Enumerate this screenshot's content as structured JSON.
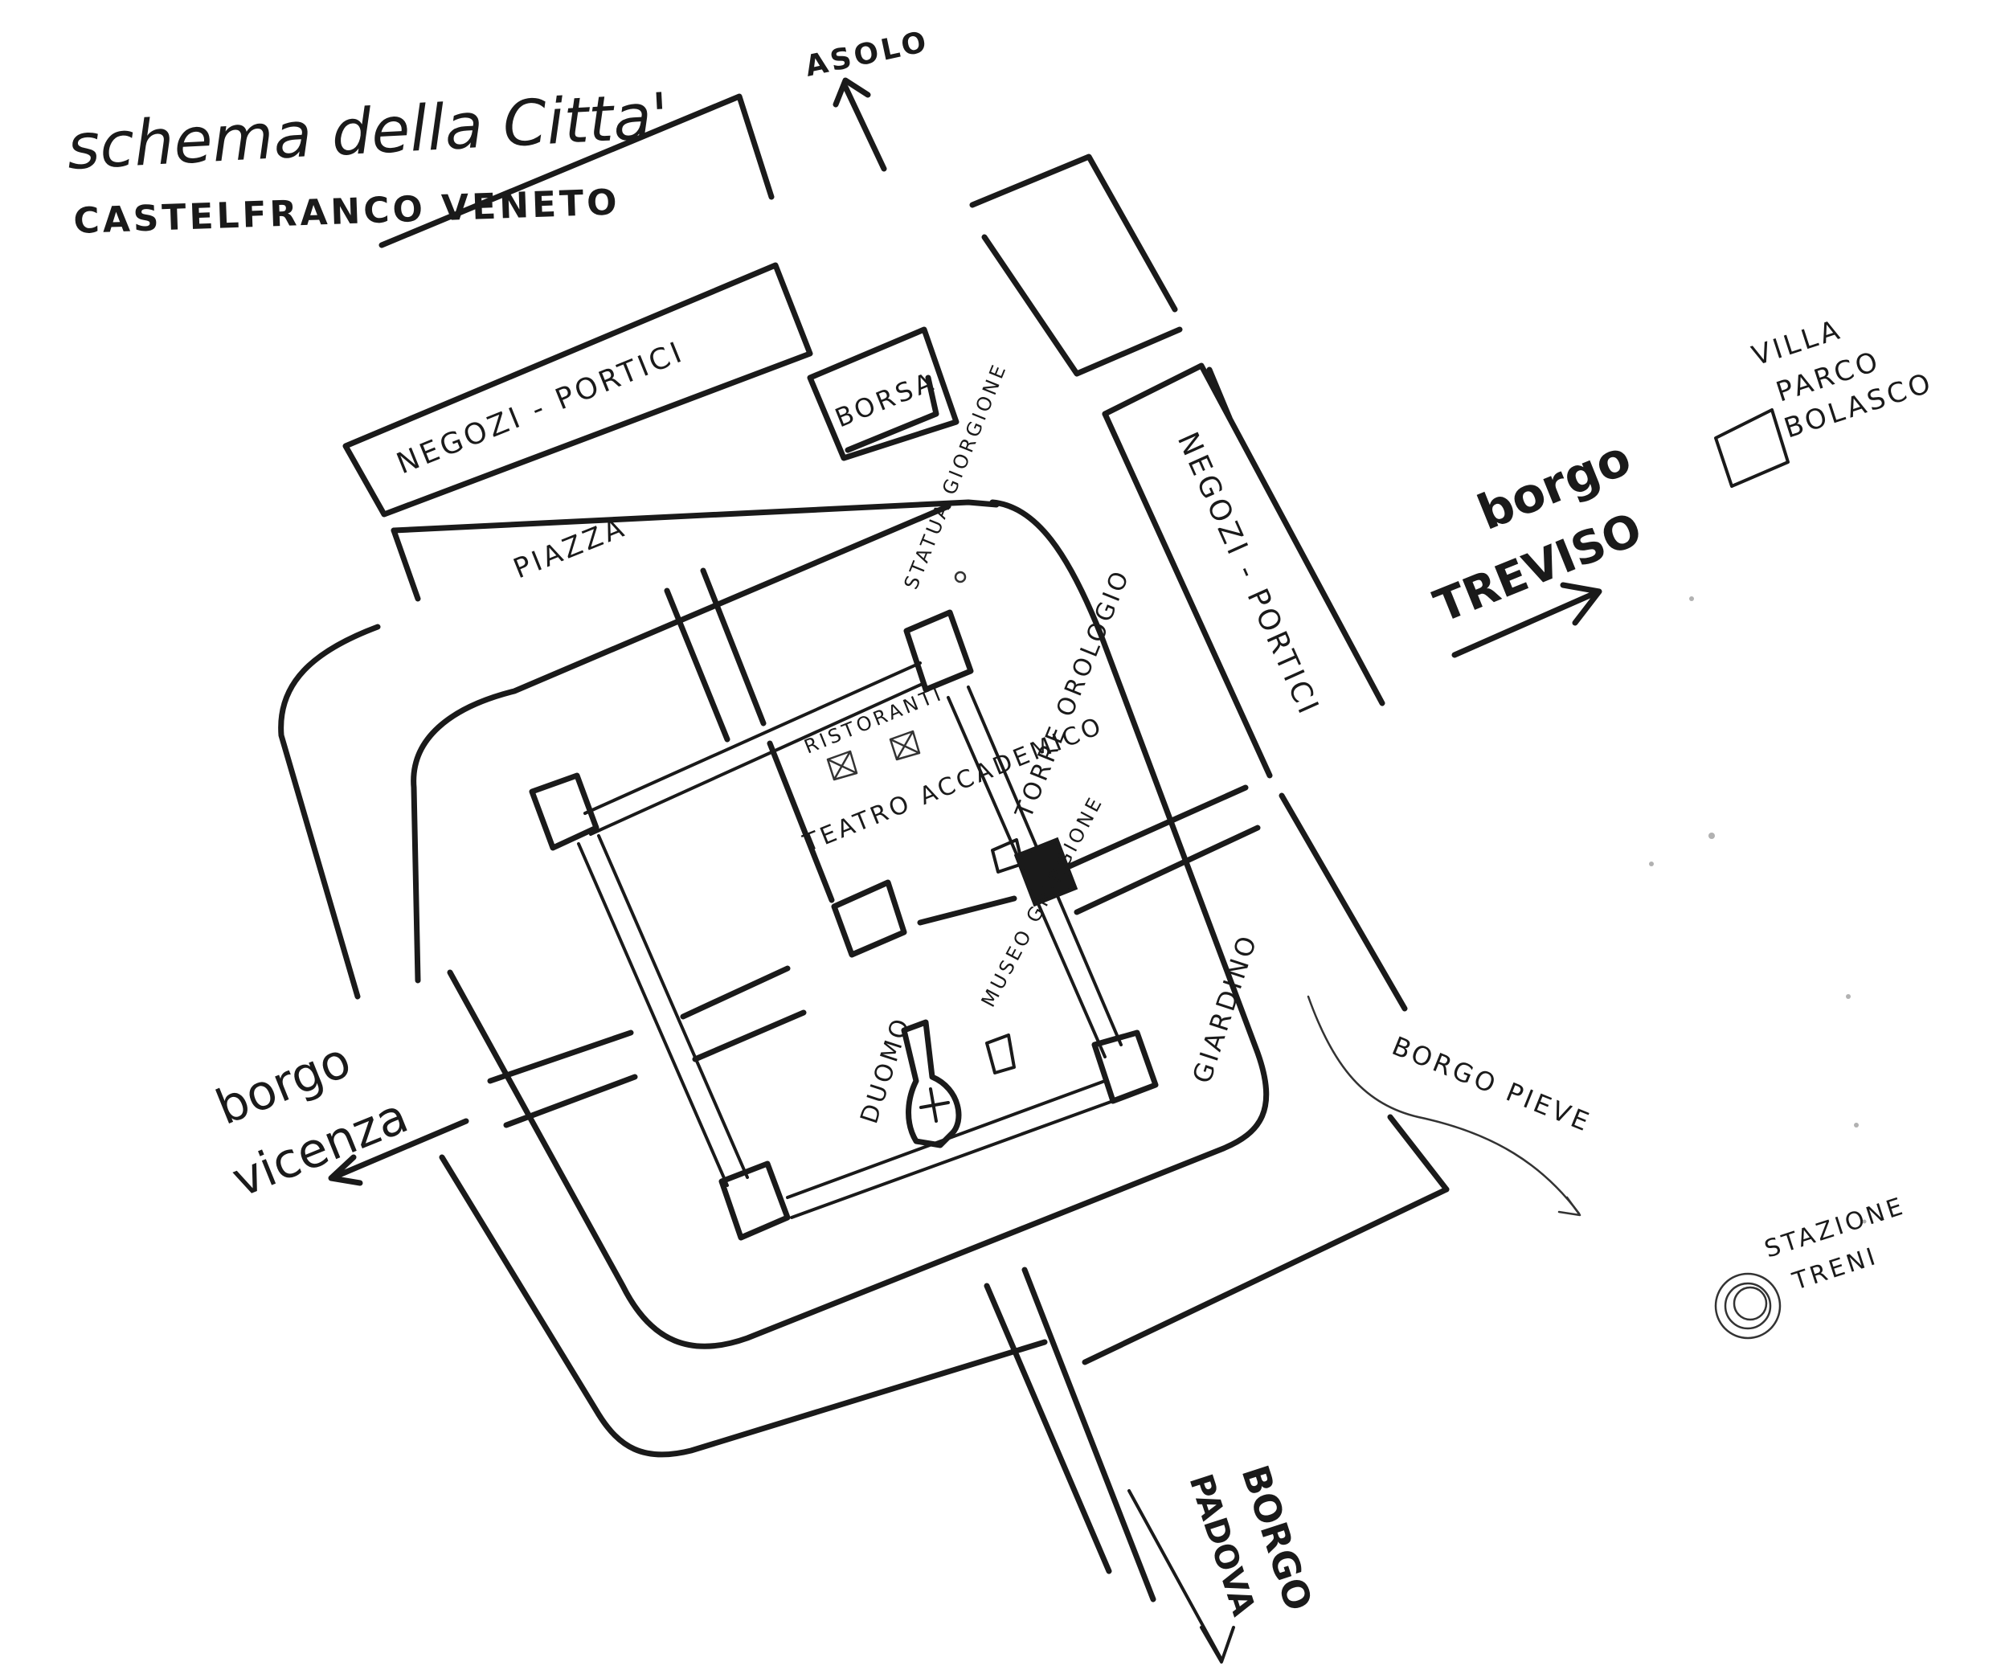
{
  "title": {
    "line1": "schema della Citta'",
    "line2": "CASTELFRANCO VENETO"
  },
  "labels": {
    "asolo": "ASOLO",
    "negozi_portici_nw": "NEGOZI - PORTICI",
    "borsa": "BORSA",
    "negozi_portici_ne": "NEGOZI - PORTICI",
    "piazza": "PIAZZA",
    "statua_giorgione": "STATUA GIORGIONE",
    "ristoranti": "RISTORANTI",
    "torre_orologio": "TORRE OROLOGIO",
    "teatro_accademico": "TEATRO ACCADEMICO",
    "museo_giorgione": "MUSEO GIORGIONE",
    "duomo": "DUOMO",
    "giardino": "GIARDINO",
    "borgo_vicenza_1": "borgo",
    "borgo_vicenza_2": "vicenza",
    "borgo_treviso_1": "borgo",
    "borgo_treviso_2": "TREVISO",
    "villa_line1": "VILLA",
    "villa_line2": "PARCO",
    "villa_line3": "BOLASCO",
    "borgo_pieve": "BORGO PIEVE",
    "stazione_line1": "STAZIONE",
    "stazione_line2": "TRENI",
    "borgo_padova_1": "BORGO",
    "borgo_padova_2": "PADOVA"
  },
  "colors": {
    "ink": "#1a1a1a",
    "paper": "#ffffff"
  },
  "icons": {
    "ristoranti_markers": "crossed-box-icon",
    "duomo_marker": "church-cross-icon",
    "torre_marker": "tower-icon",
    "stazione_marker": "train-station-icon",
    "statua_marker": "statue-dot-icon"
  }
}
